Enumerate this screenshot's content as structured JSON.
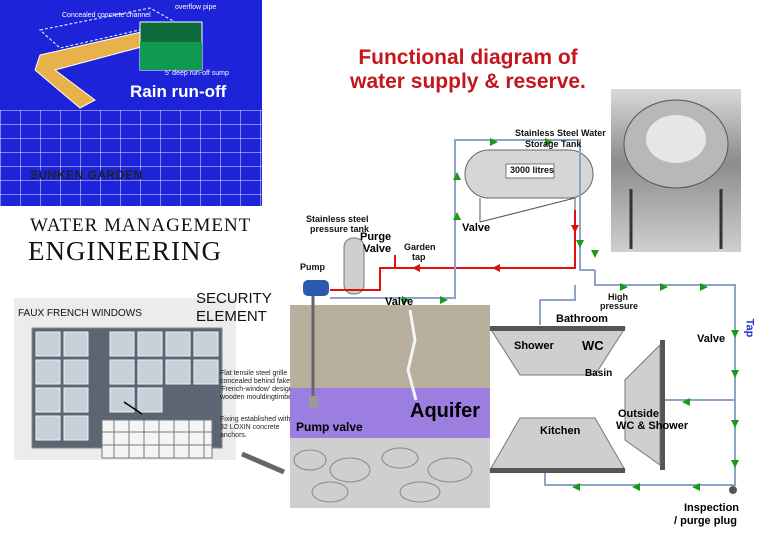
{
  "rain_panel": {
    "channel_label": "Concealed concrete channel",
    "top_note": "overflow pipe",
    "sump_label": "5' deep run-off sump",
    "title": "Rain run-off",
    "garden_label": "SUNKEN GARDEN",
    "bg_color": "#1c23d8"
  },
  "heading": {
    "line1": "WATER MANAGEMENT",
    "line2": "ENGINEERING",
    "diagram_title_1": "Functional diagram of",
    "diagram_title_2": "water supply & reserve.",
    "title_color": "#c4161c"
  },
  "windows_panel": {
    "faux_label": "FAUX FRENCH WINDOWS",
    "security_1": "SECURITY",
    "security_2": "ELEMENT",
    "grille_note": "Flat tensile steel grille concealed behind fake 'French-window' design wooden mouldingtimber",
    "fixing_note": "Fixing established with 32 LOXIN concrete anchors."
  },
  "diagram": {
    "tank_label_1": "Stainless Steel Water",
    "tank_label_2": "Storage Tank",
    "tank_capacity": "3000 litres",
    "pressure_tank_1": "Stainless steel",
    "pressure_tank_2": "pressure tank",
    "purge_valve_1": "Purge",
    "purge_valve_2": "Valve",
    "garden_tap_1": "Garden",
    "garden_tap_2": "tap",
    "valve_top": "Valve",
    "valve_bottom": "Valve",
    "valve_right": "Valve",
    "pump": "Pump",
    "pump_valve": "Pump valve",
    "aquifer": "Aquifer",
    "high_pressure_1": "High",
    "high_pressure_2": "pressure",
    "bathroom": "Bathroom",
    "shower": "Shower",
    "wc": "WC",
    "basin": "Basin",
    "tap_1": "Tap",
    "outside_1": "Outside",
    "outside_2": "WC & Shower",
    "kitchen": "Kitchen",
    "inspection_1": "Inspection",
    "inspection_2": "/ purge plug",
    "pipe_color": "#e01010",
    "arrow_color": "#1a9a1a",
    "aquifer_color": "#9b7ee0"
  }
}
